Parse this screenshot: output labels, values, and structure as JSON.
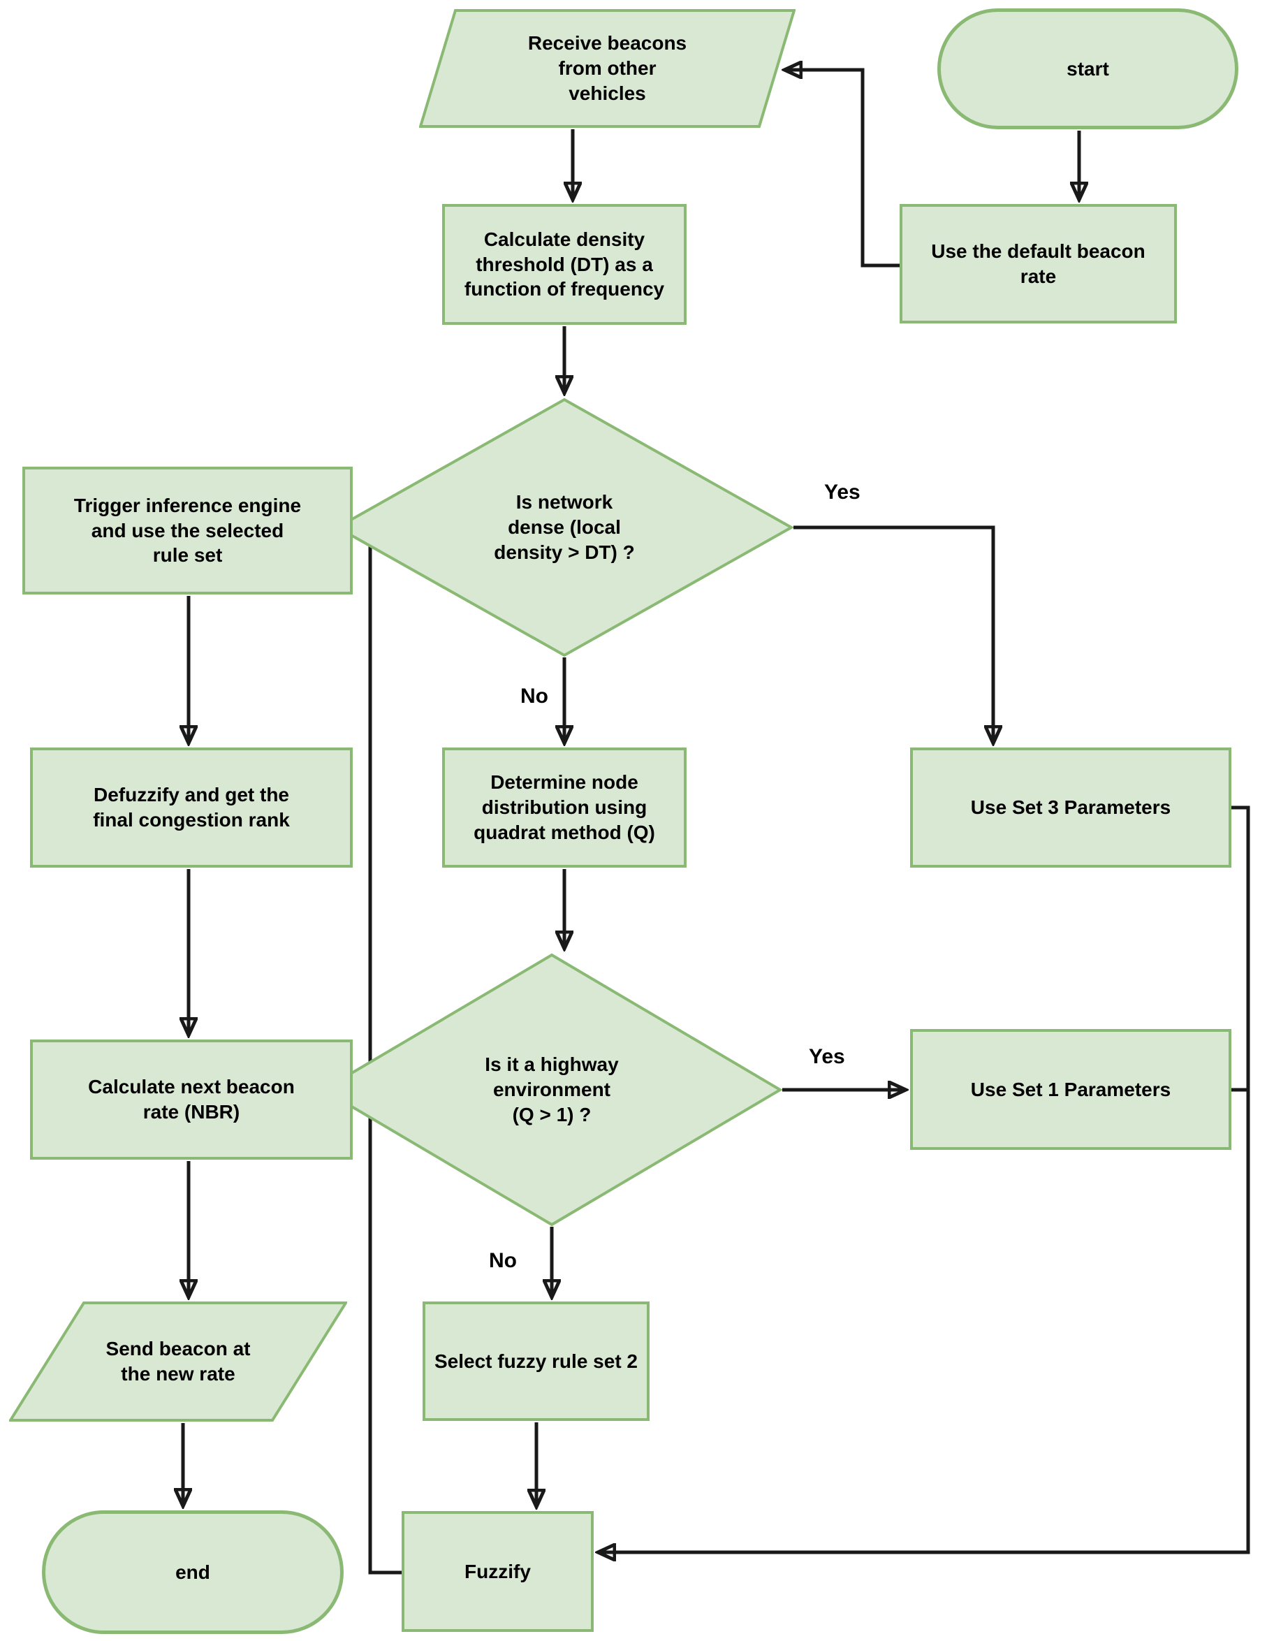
{
  "nodes": {
    "start": {
      "type": "terminator",
      "label": "start"
    },
    "receive_beacons": {
      "type": "input-output",
      "label": "Receive beacons\nfrom other\nvehicles"
    },
    "default_beacon_rate": {
      "type": "process",
      "label": "Use the default beacon\nrate"
    },
    "calc_density_threshold": {
      "type": "process",
      "label": "Calculate density\nthreshold (DT) as a\nfunction of frequency"
    },
    "is_network_dense": {
      "type": "decision",
      "label": "Is network\ndense (local\ndensity > DT) ?"
    },
    "use_set3_parameters": {
      "type": "process",
      "label": "Use Set 3 Parameters"
    },
    "determine_node_distribution": {
      "type": "process",
      "label": "Determine node\ndistribution using\nquadrat method (Q)"
    },
    "is_highway_environment": {
      "type": "decision",
      "label": "Is it a highway\nenvironment\n(Q > 1) ?"
    },
    "use_set1_parameters": {
      "type": "process",
      "label": "Use Set 1 Parameters"
    },
    "select_fuzzy_rule_set2": {
      "type": "process",
      "label": "Select fuzzy rule set 2"
    },
    "fuzzify": {
      "type": "process",
      "label": "Fuzzify"
    },
    "trigger_inference_engine": {
      "type": "process",
      "label": "Trigger inference engine\nand use the selected\nrule set"
    },
    "defuzzify": {
      "type": "process",
      "label": "Defuzzify and get the\nfinal congestion rank"
    },
    "calc_next_beacon_rate": {
      "type": "process",
      "label": "Calculate next beacon\nrate (NBR)"
    },
    "send_beacon": {
      "type": "input-output",
      "label": "Send beacon at\nthe new rate"
    },
    "end": {
      "type": "terminator",
      "label": "end"
    }
  },
  "edge_labels": {
    "dense_yes": "Yes",
    "dense_no": "No",
    "highway_yes": "Yes",
    "highway_no": "No"
  },
  "colors": {
    "node_fill": "#d9e8d2",
    "node_border": "#89b973",
    "connector": "#191919",
    "text": "#000000"
  }
}
